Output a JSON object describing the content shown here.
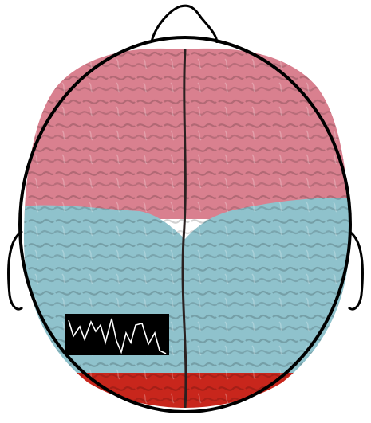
{
  "diagram": {
    "regions": [
      {
        "name": "frontal",
        "color": "#d9808f"
      },
      {
        "name": "parietal",
        "color": "#8fc2cc"
      },
      {
        "name": "occipital",
        "color": "#c8261c"
      }
    ],
    "outline_color": "#000000",
    "eeg_panel": {
      "background": "#000000",
      "trace_color": "#ffffff"
    }
  }
}
